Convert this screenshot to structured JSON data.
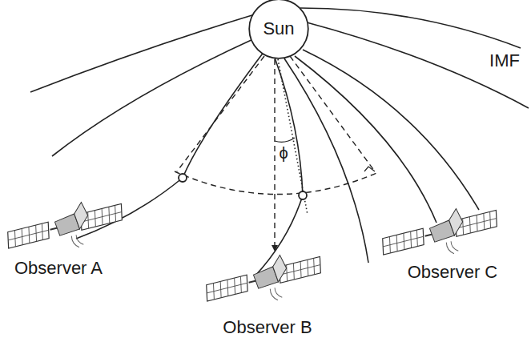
{
  "diagram": {
    "nodes": [
      {
        "text": [
          "Sun"
        ]
      }
    ],
    "labels": [
      "IMF",
      "ϕ",
      "Observer A",
      "Observer B",
      "Observer C"
    ]
  }
}
